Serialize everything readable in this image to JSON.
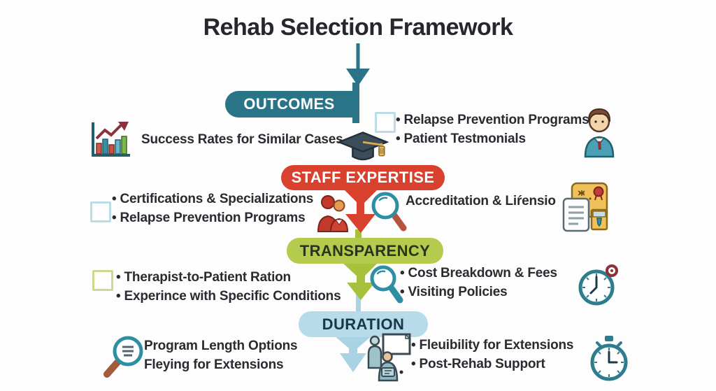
{
  "title": "Rehab Selection Framework",
  "colors": {
    "outcomes_banner": "#2A7487",
    "staff_banner": "#D9412F",
    "transparency_banner": "#B4CB4E",
    "duration_banner": "#B7DBE9",
    "text": "#2A2A30",
    "checkbox_blue": "#BCDCE6",
    "checkbox_green": "#CCD98E"
  },
  "sections": [
    {
      "label": "OUTCOMES",
      "left": {
        "icon": "bar-chart-icon",
        "items": [
          "Success Rates for Similar Cases"
        ]
      },
      "right": {
        "icon": "checkbox-icon",
        "items": [
          "Relapse Prevention Programs",
          "Patient Testmonials"
        ],
        "end_icon": "person-icon"
      },
      "center_icon": "graduation-cap-icon"
    },
    {
      "label": "STAFF EXPERTISE",
      "left": {
        "icon": "checkbox-icon",
        "items": [
          "Certifications & Specializations",
          "Relapse Prevention Programs"
        ]
      },
      "center_icons": [
        "people-icon",
        "magnifier-icon"
      ],
      "right": {
        "items": [
          "Accreditation & Liŕensio"
        ],
        "end_icon": "certificate-icon"
      }
    },
    {
      "label": "TRANSPARENCY",
      "left": {
        "icon": "checkbox-icon",
        "items": [
          "Therapist-to-Patient Ration",
          "Experince with Specific Conditions"
        ]
      },
      "right": {
        "icon": "magnifier-icon",
        "items": [
          "Cost Breakdown & Fees",
          "Visiting Policies"
        ],
        "end_icon": "clock-icon"
      }
    },
    {
      "label": "DURATION",
      "left": {
        "icon": "search-document-icon",
        "items": [
          "Program Length Options",
          "Fleying for Extensions"
        ]
      },
      "right": {
        "icon": "presentation-icon",
        "items": [
          "Fleuibility for Extensions",
          "Post-Rehab Support"
        ],
        "end_icon": "stopwatch-icon"
      }
    }
  ]
}
